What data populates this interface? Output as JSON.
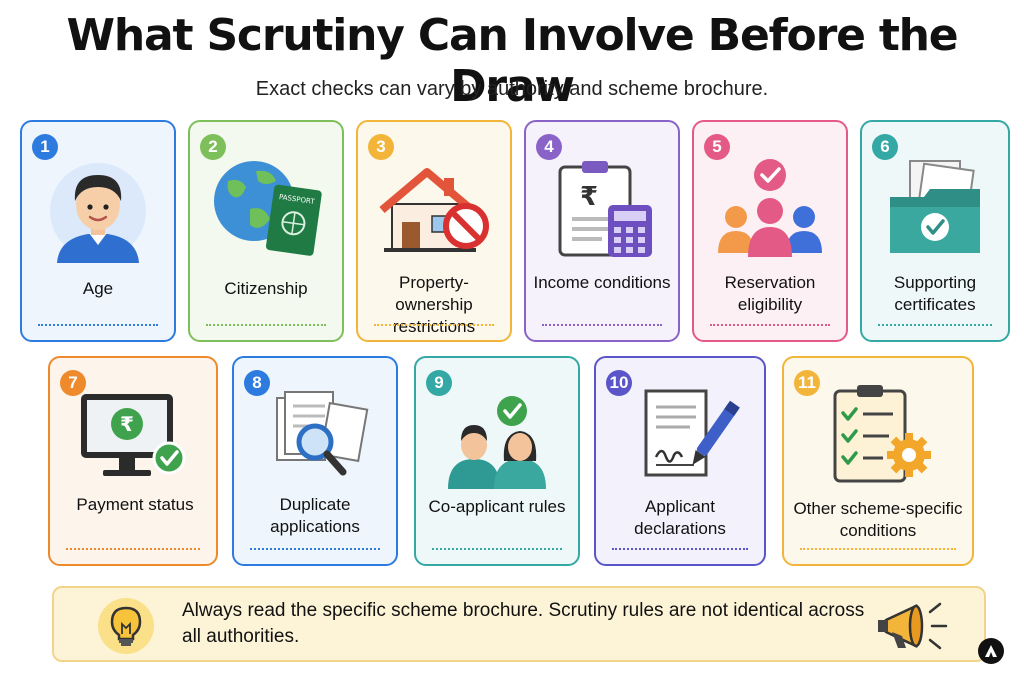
{
  "title": "What Scrutiny Can Involve Before the Draw",
  "subtitle": "Exact checks can vary by authority and scheme brochure.",
  "cards": [
    {
      "num": "1",
      "label": "Age",
      "icon": "person-avatar-icon",
      "color": "#2e7be0",
      "bg": "#eef5fd"
    },
    {
      "num": "2",
      "label": "Citizenship",
      "icon": "globe-passport-icon",
      "color": "#7dbf5a",
      "bg": "#f3f9ee"
    },
    {
      "num": "3",
      "label": "Property-ownership restrictions",
      "icon": "house-prohibited-icon",
      "color": "#f2b53a",
      "bg": "#fdf8ec"
    },
    {
      "num": "4",
      "label": "Income conditions",
      "icon": "clipboard-calculator-icon",
      "color": "#8a63c8",
      "bg": "#f6f2fc"
    },
    {
      "num": "5",
      "label": "Reservation eligibility",
      "icon": "group-check-icon",
      "color": "#e45a86",
      "bg": "#fdf0f4"
    },
    {
      "num": "6",
      "label": "Supporting certificates",
      "icon": "folder-check-icon",
      "color": "#34a8a4",
      "bg": "#eef8f8"
    },
    {
      "num": "7",
      "label": "Payment status",
      "icon": "monitor-rupee-icon",
      "color": "#ee8a2c",
      "bg": "#fdf4ec"
    },
    {
      "num": "8",
      "label": "Duplicate applications",
      "icon": "documents-magnifier-icon",
      "color": "#2e7be0",
      "bg": "#eef5fd"
    },
    {
      "num": "9",
      "label": "Co-applicant rules",
      "icon": "couple-check-icon",
      "color": "#34a8a4",
      "bg": "#eef8f8"
    },
    {
      "num": "10",
      "label": "Applicant declarations",
      "icon": "document-pen-icon",
      "color": "#5a55c8",
      "bg": "#f3f2fc"
    },
    {
      "num": "11",
      "label": "Other scheme-specific conditions",
      "icon": "checklist-gear-icon",
      "color": "#f2b53a",
      "bg": "#fdf8ec"
    }
  ],
  "tip": {
    "text": "Always read the specific scheme brochure. Scrutiny rules are not identical across all authorities.",
    "icon_left": "lightbulb-icon",
    "icon_right": "megaphone-icon"
  },
  "logo_icon": "brand-logo-icon"
}
